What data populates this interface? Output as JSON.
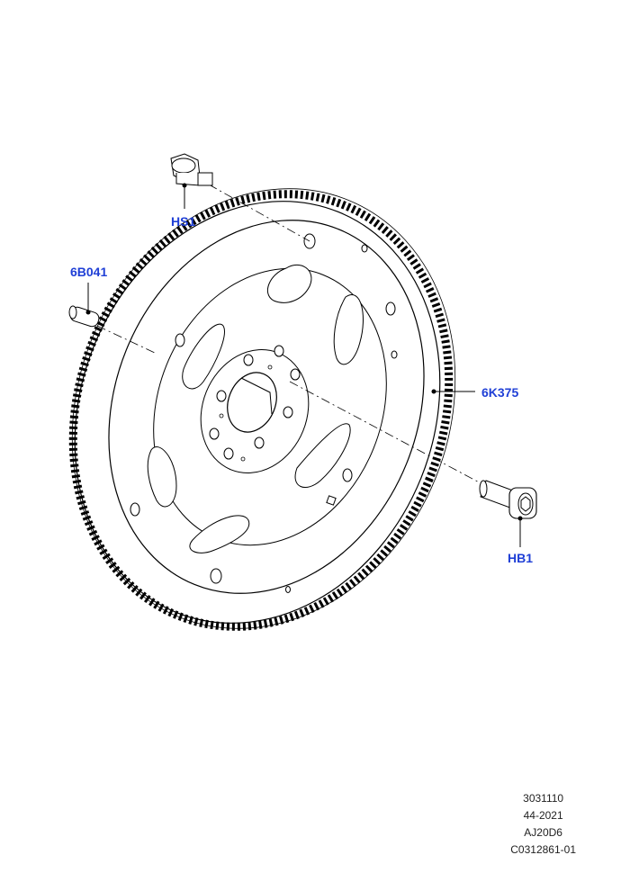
{
  "callouts": {
    "hs1": "HS1",
    "b6041": "6B041",
    "k6375": "6K375",
    "hb1": "HB1"
  },
  "reference": {
    "line1": "3031110",
    "line2": "44-2021",
    "line3": "AJ20D6",
    "line4": "C0312861-01"
  },
  "colors": {
    "callout": "#1f3fd6",
    "line": "#000000"
  }
}
